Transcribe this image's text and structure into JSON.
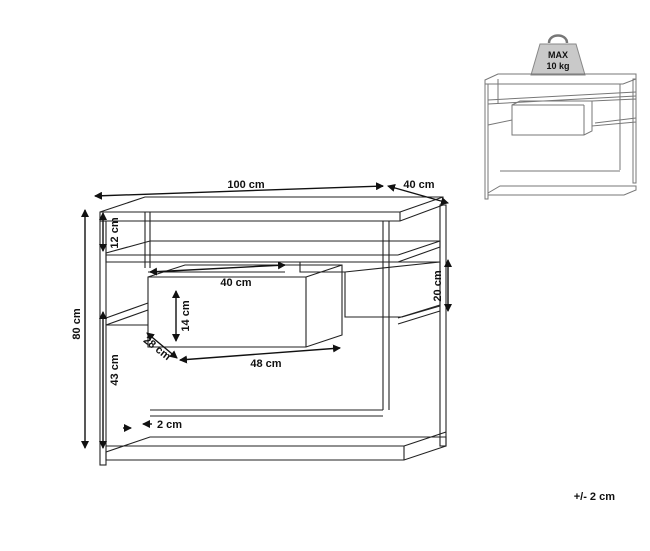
{
  "dimensions": {
    "width": "100 cm",
    "depth": "40 cm",
    "height": "80 cm",
    "shelf_gap": "12 cm",
    "drawer_inner_width": "40 cm",
    "drawer_height": "14 cm",
    "drawer_depth": "28 cm",
    "drawer_width": "48 cm",
    "drawer_front_height": "20 cm",
    "lower_height": "43 cm",
    "leg_width": "2 cm"
  },
  "max_load": {
    "line1": "MAX",
    "line2": "10 kg"
  },
  "tolerance": "+/- 2 cm"
}
